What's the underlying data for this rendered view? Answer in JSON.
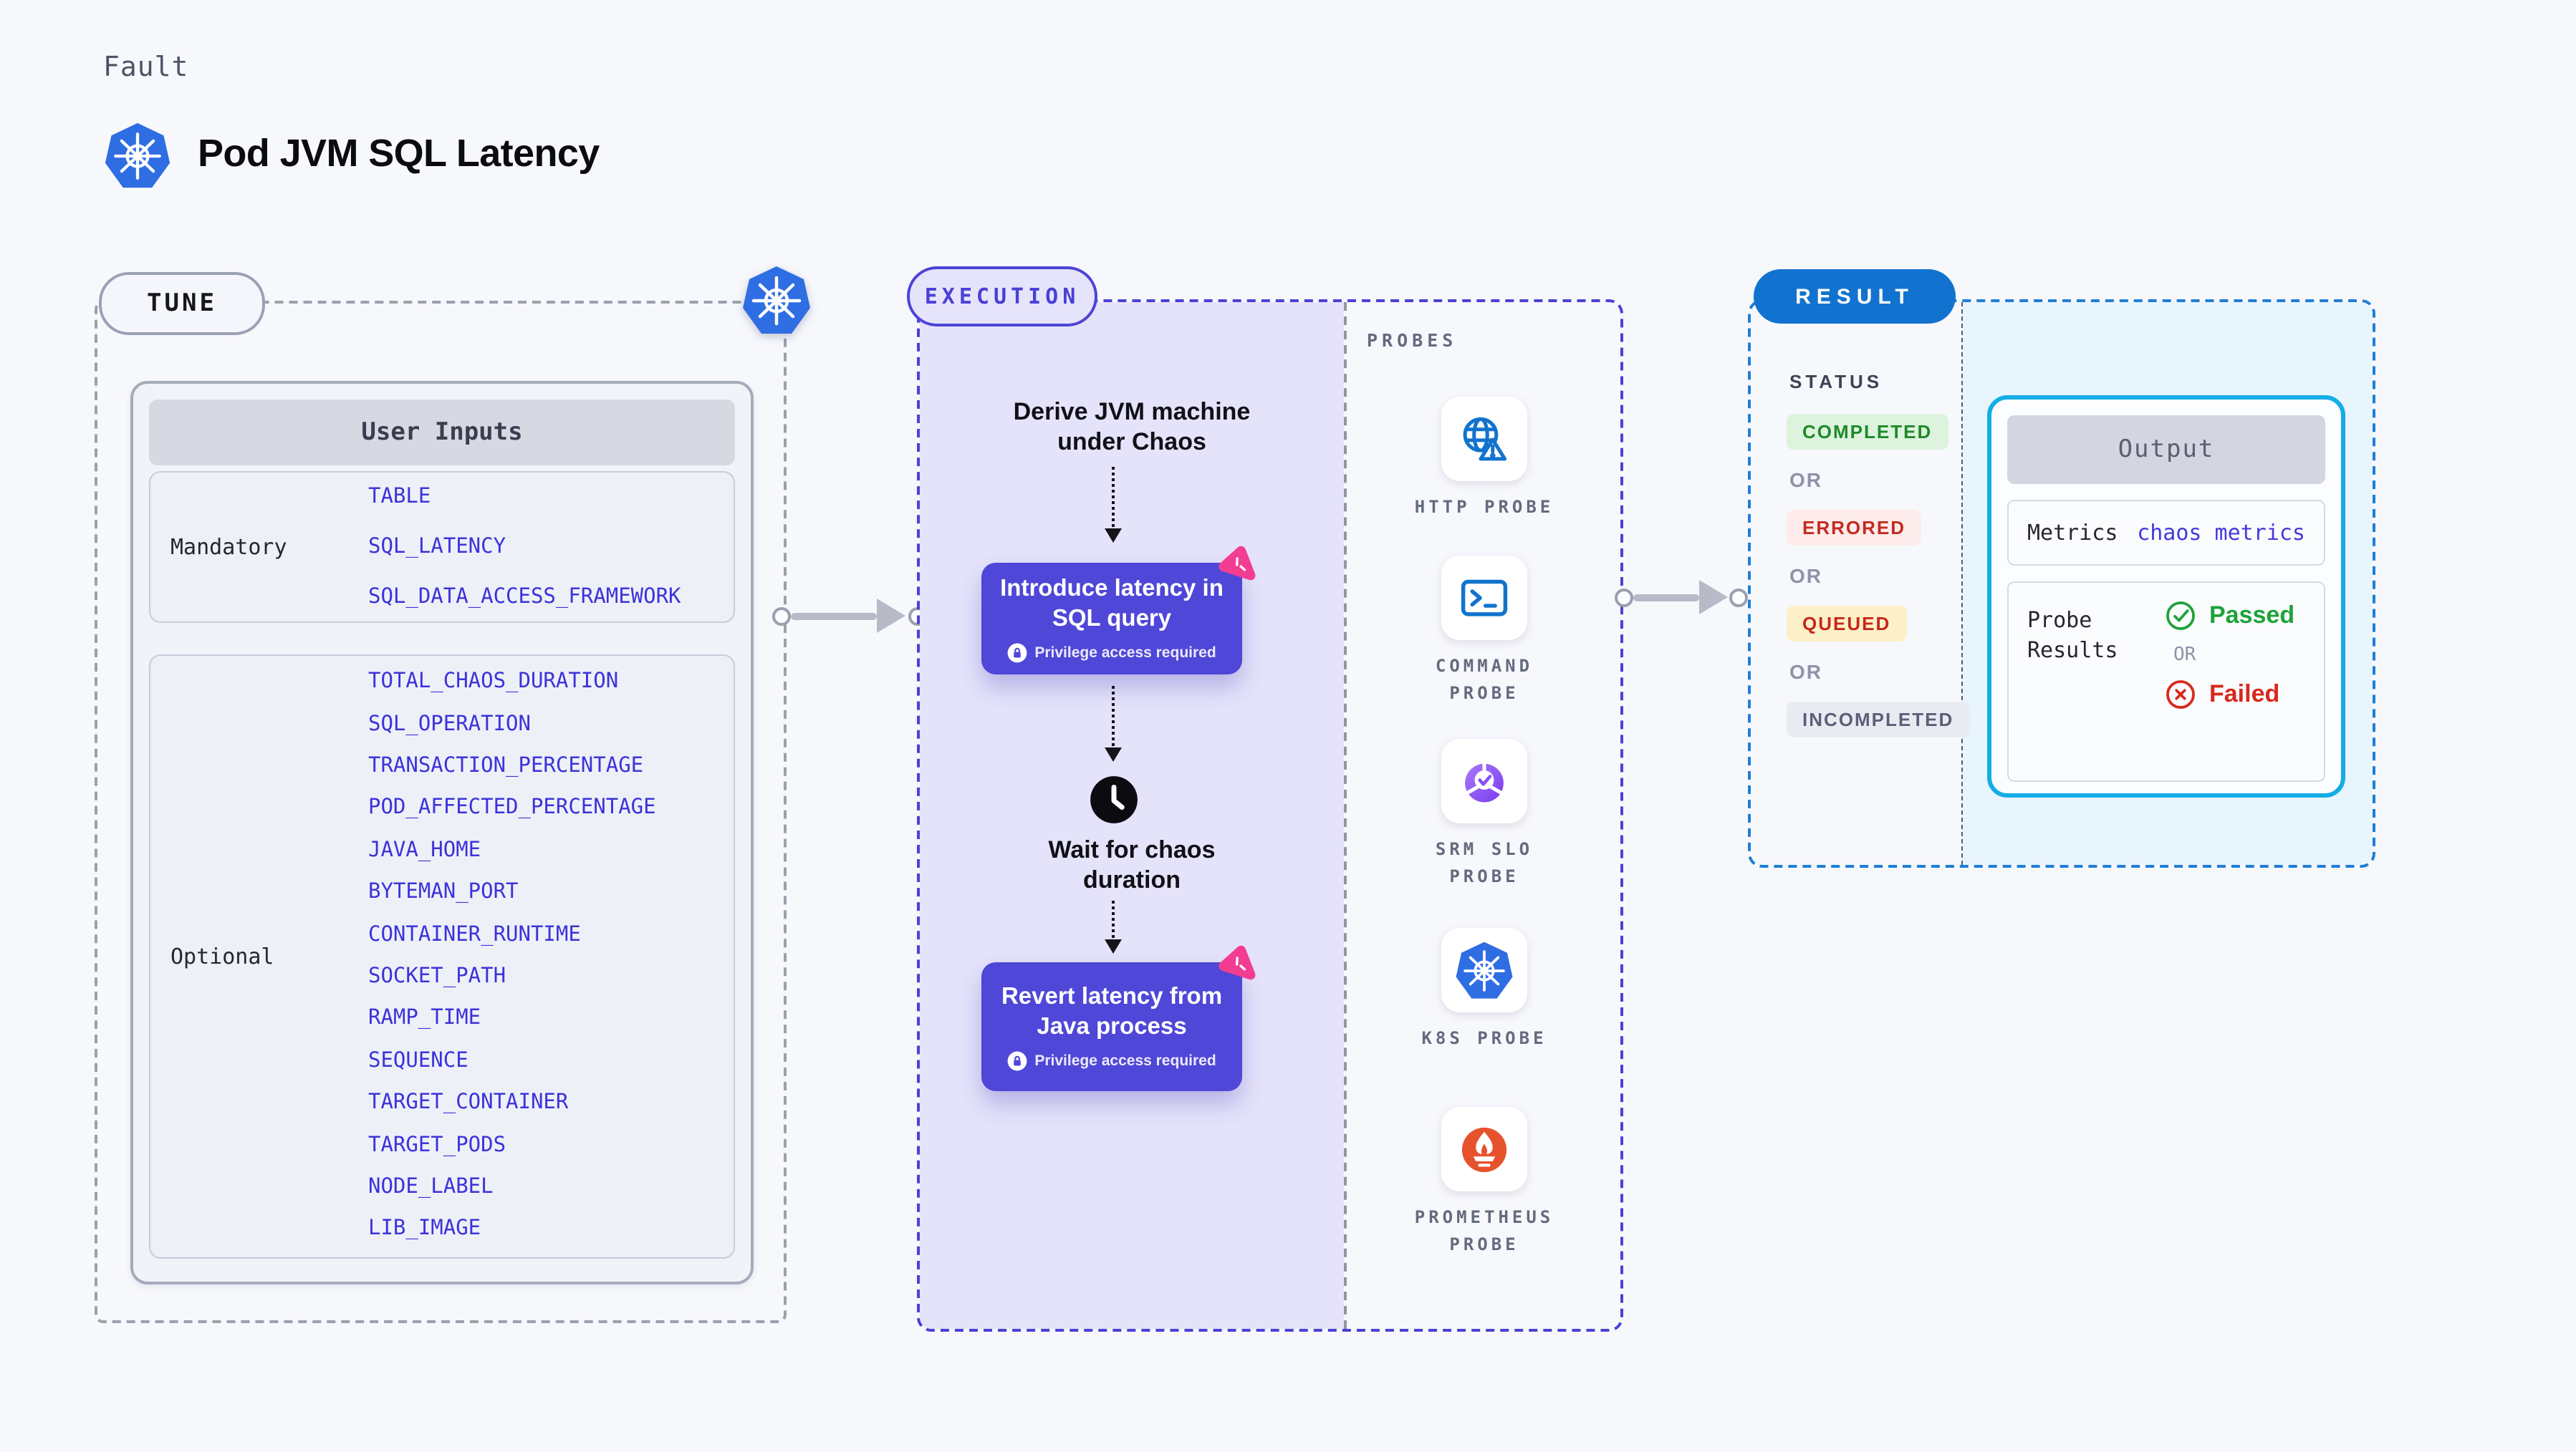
{
  "header": {
    "eyebrow": "Fault",
    "title": "Pod JVM SQL Latency"
  },
  "tune": {
    "label": "TUNE",
    "table_title": "User Inputs",
    "mandatory": {
      "label": "Mandatory",
      "items": [
        "TABLE",
        "SQL_LATENCY",
        "SQL_DATA_ACCESS_FRAMEWORK"
      ]
    },
    "optional": {
      "label": "Optional",
      "items": [
        "TOTAL_CHAOS_DURATION",
        "SQL_OPERATION",
        "TRANSACTION_PERCENTAGE",
        "POD_AFFECTED_PERCENTAGE",
        "JAVA_HOME",
        "BYTEMAN_PORT",
        "CONTAINER_RUNTIME",
        "SOCKET_PATH",
        "RAMP_TIME",
        "SEQUENCE",
        "TARGET_CONTAINER",
        "TARGET_PODS",
        "NODE_LABEL",
        "LIB_IMAGE"
      ]
    }
  },
  "execution": {
    "label": "EXECUTION",
    "derive_text": "Derive JVM machine\nunder Chaos",
    "step1_text": "Introduce latency in\nSQL query",
    "wait_text": "Wait for chaos\nduration",
    "step2_text": "Revert latency from\nJava process",
    "privilege_note": "Privilege access required"
  },
  "probes": {
    "label": "PROBES",
    "items": [
      {
        "label": "HTTP PROBE",
        "icon": "globe-alert-icon"
      },
      {
        "label": "COMMAND\nPROBE",
        "icon": "terminal-icon"
      },
      {
        "label": "SRM SLO\nPROBE",
        "icon": "slo-gauge-icon"
      },
      {
        "label": "K8S PROBE",
        "icon": "kubernetes-icon"
      },
      {
        "label": "PROMETHEUS\nPROBE",
        "icon": "prometheus-icon"
      }
    ]
  },
  "result": {
    "label": "RESULT",
    "status_label": "STATUS",
    "or_label": "OR",
    "statuses": [
      {
        "label": "COMPLETED",
        "bg": "#ddf3de",
        "fg": "#1e8a28"
      },
      {
        "label": "ERRORED",
        "bg": "#fdeceb",
        "fg": "#c42b20"
      },
      {
        "label": "QUEUED",
        "bg": "#fcf0c8",
        "fg": "#c6281a"
      },
      {
        "label": "INCOMPLETED",
        "bg": "#eaebf2",
        "fg": "#5a6078"
      }
    ],
    "output": {
      "title": "Output",
      "metrics_label": "Metrics",
      "metrics_value": "chaos metrics",
      "probe_results_label": "Probe\nResults",
      "passed": "Passed",
      "or": "OR",
      "failed": "Failed"
    }
  },
  "colors": {
    "accent_indigo": "#4f47d7",
    "lavender": "#e5e3fa",
    "result_blue": "#1173cf",
    "output_border_cyan": "#14ade5",
    "light_blue": "#e8f5fd",
    "input_value_blue": "#3c33da",
    "kubernetes_blue": "#2f6de3",
    "prometheus_orange": "#e6522c",
    "chaos_pink": "#f23d92"
  }
}
